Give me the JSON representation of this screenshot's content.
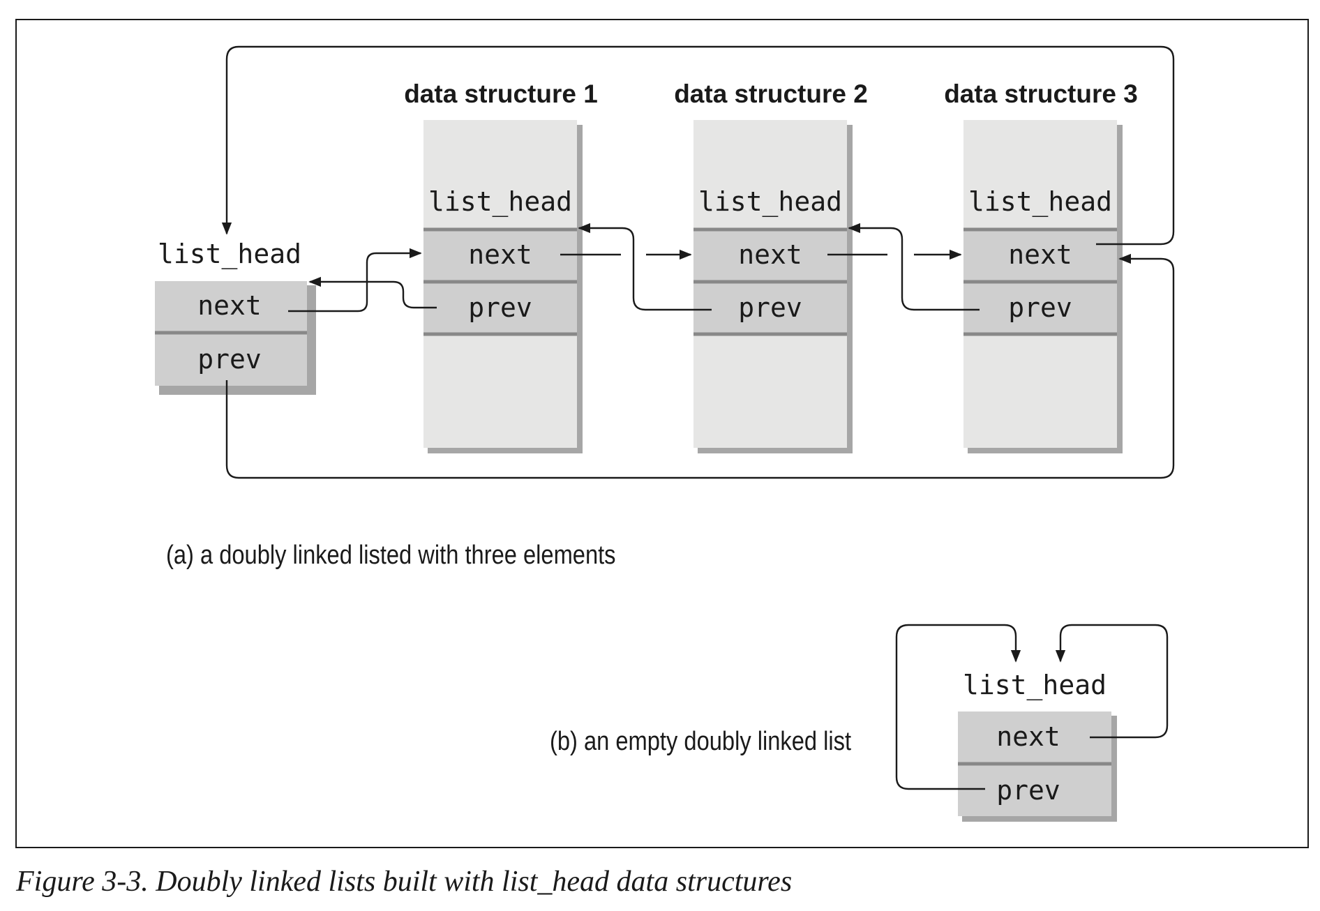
{
  "diagram": {
    "part_a": {
      "caption": "(a)  a doubly linked listed with three elements",
      "head_node": {
        "label": "list_head",
        "fields": [
          "next",
          "prev"
        ]
      },
      "structures": [
        {
          "title": "data structure 1",
          "embedded_label": "list_head",
          "fields": [
            "next",
            "prev"
          ]
        },
        {
          "title": "data structure 2",
          "embedded_label": "list_head",
          "fields": [
            "next",
            "prev"
          ]
        },
        {
          "title": "data structure 3",
          "embedded_label": "list_head",
          "fields": [
            "next",
            "prev"
          ]
        }
      ]
    },
    "part_b": {
      "caption": "(b)  an empty doubly linked list",
      "node": {
        "label": "list_head",
        "fields": [
          "next",
          "prev"
        ]
      }
    }
  },
  "figure_caption": "Figure 3-3. Doubly linked lists built with list_head data structures",
  "colors": {
    "box_light": "#e6e6e5",
    "field_fill": "#cfcfcf",
    "shadow": "#a6a6a6",
    "line": "#1a1a1a"
  }
}
